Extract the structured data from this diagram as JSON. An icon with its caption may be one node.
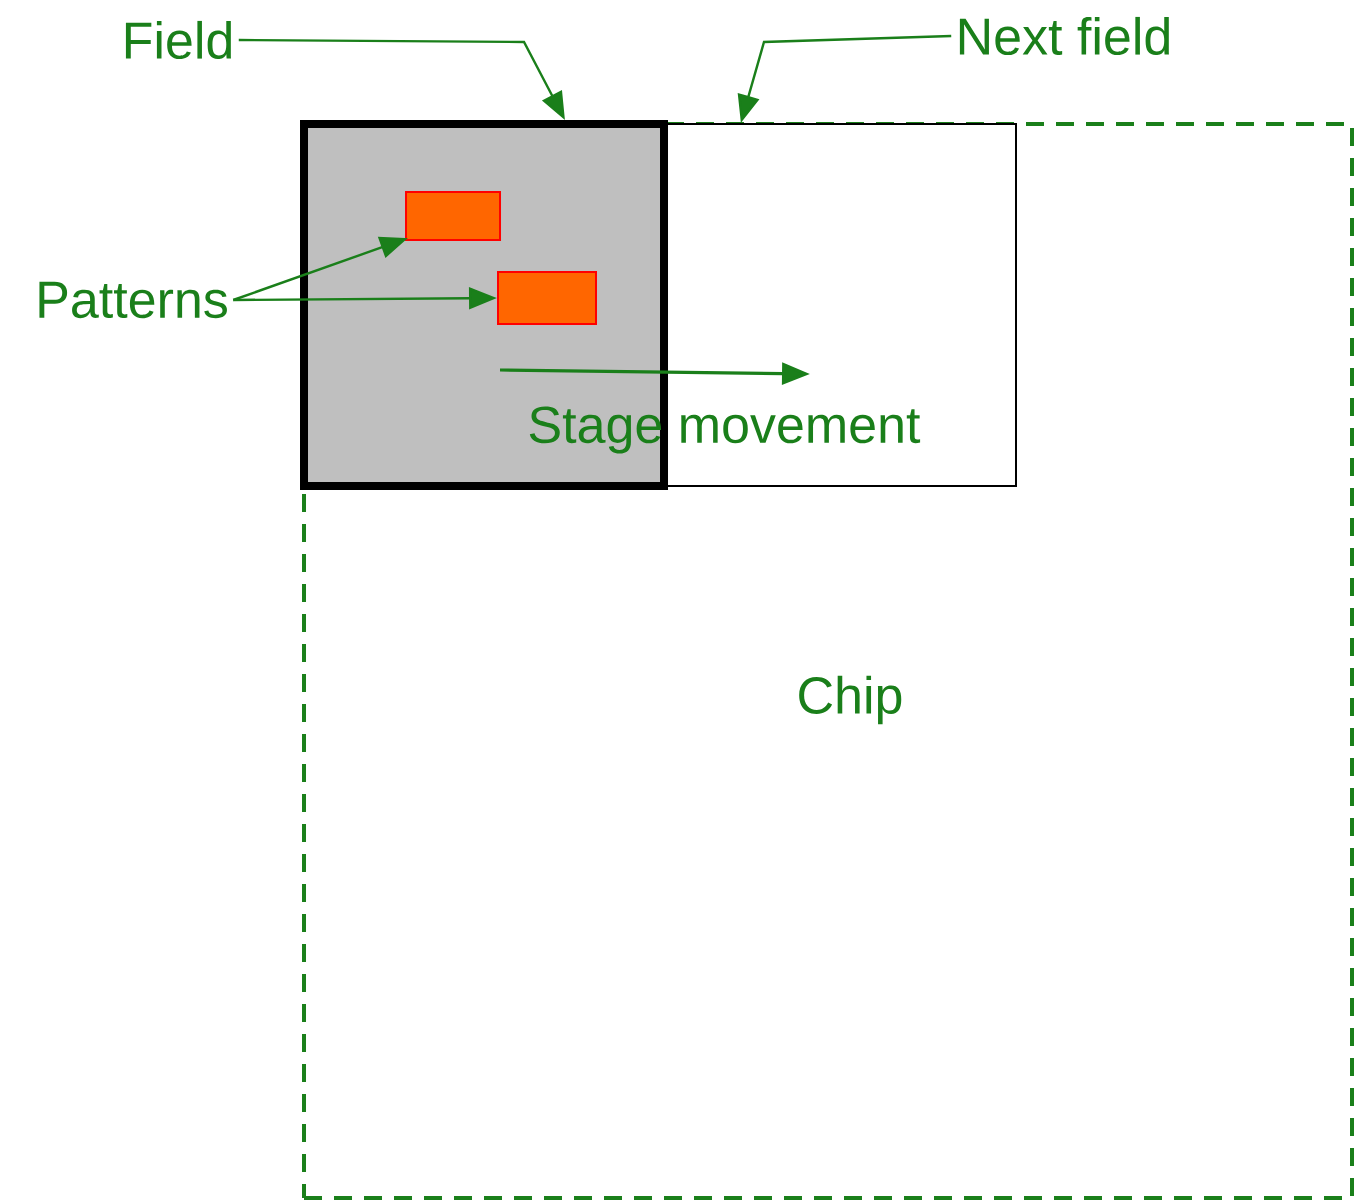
{
  "diagram": {
    "nodes": [
      {
        "text": [
          "Chip"
        ]
      },
      {
        "text": [],
        "shape": "box",
        "in": 0
      },
      {
        "text": [],
        "shape": "box",
        "in": 0
      },
      {
        "text": [],
        "shape": "box",
        "in": 1
      },
      {
        "text": [],
        "shape": "box",
        "in": 1
      },
      {
        "text": [
          "Field"
        ]
      },
      {
        "text": [
          "Next field"
        ]
      },
      {
        "text": [
          "Patterns"
        ]
      }
    ],
    "edges": [
      {
        "from": 5,
        "to": 1,
        "arrow": "to"
      },
      {
        "from": 6,
        "to": 2,
        "arrow": "to"
      },
      {
        "from": 7,
        "to": 3,
        "arrow": "to"
      },
      {
        "from": 7,
        "to": 4,
        "arrow": "to"
      }
    ],
    "labels": [
      "Stage movement"
    ]
  }
}
